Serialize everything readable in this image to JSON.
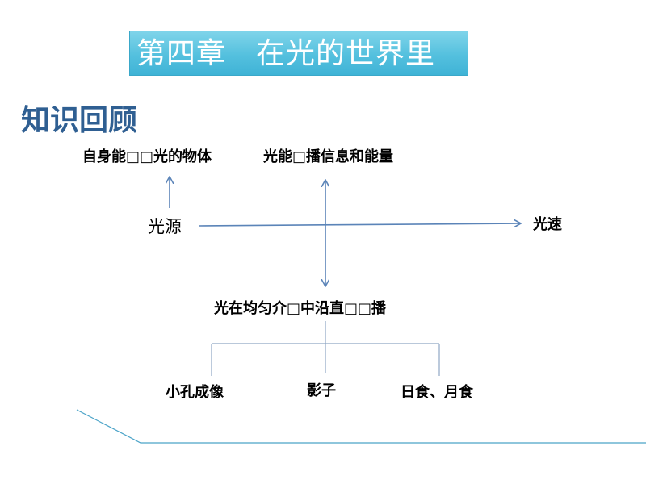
{
  "title": "第四章　在光的世界里",
  "heading": "知识回顾",
  "nodes": {
    "light_source_def": "自身能□□光的物体",
    "light_transmits": "光能□播信息和能量",
    "light_source": "光源",
    "light_speed": "光速",
    "straight_line": "光在均匀介□中沿直□□播",
    "pinhole": "小孔成像",
    "shadow": "影子",
    "eclipse": "日食、月食"
  },
  "colors": {
    "banner": "#54c0de",
    "heading": "#2f5f92",
    "arrow": "#5b84b8"
  }
}
